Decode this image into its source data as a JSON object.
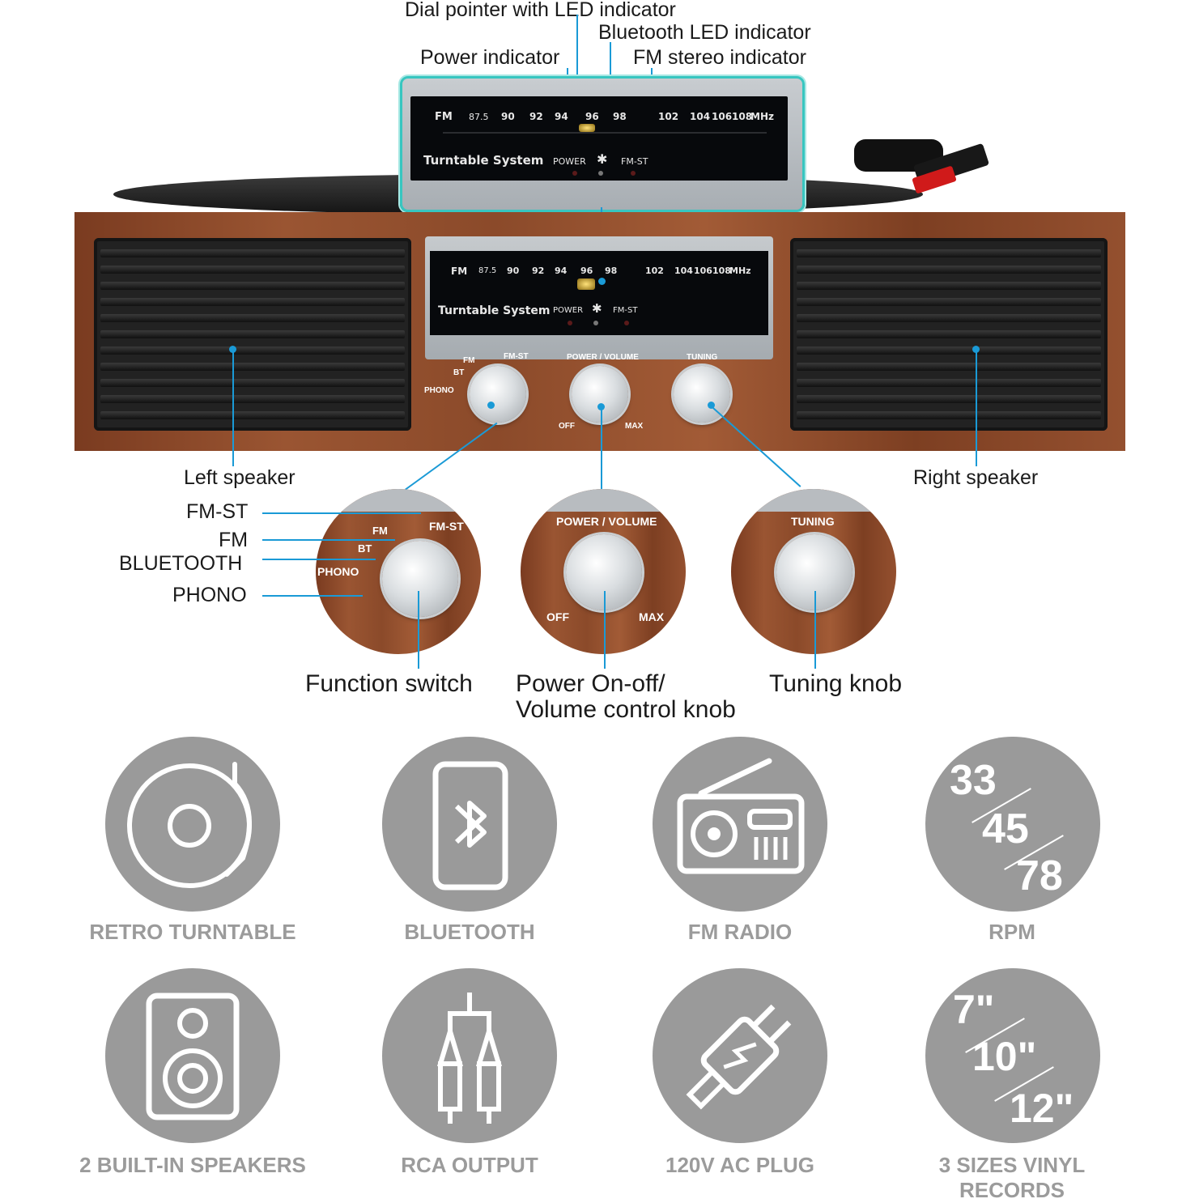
{
  "top_callouts": {
    "dial_pointer": "Dial pointer with LED indicator",
    "bluetooth_led": "Bluetooth LED indicator",
    "power_indicator": "Power indicator",
    "fm_stereo": "FM stereo indicator"
  },
  "panel": {
    "band": "FM",
    "freqs": [
      "87.5",
      "90",
      "92",
      "94",
      "96",
      "98",
      "102",
      "104",
      "106108",
      "MHz"
    ],
    "system_name": "Turntable System",
    "power_label": "POWER",
    "fmst_label": "FM-ST"
  },
  "front": {
    "function_labels": {
      "fm": "FM",
      "fmst": "FM-ST",
      "bt": "BT",
      "phono": "PHONO"
    },
    "power_volume": "POWER / VOLUME",
    "off": "OFF",
    "max": "MAX",
    "tuning": "TUNING"
  },
  "side_callouts": {
    "left_speaker": "Left speaker",
    "right_speaker": "Right speaker",
    "fm_st": "FM-ST",
    "fm": "FM",
    "bluetooth": "BLUETOOTH",
    "phono": "PHONO",
    "function_switch": "Function switch",
    "power_onoff_line1": "Power On-off/",
    "power_onoff_line2": "Volume control knob",
    "tuning_knob": "Tuning knob"
  },
  "features": [
    {
      "icon": "turntable-icon",
      "label": "RETRO TURNTABLE"
    },
    {
      "icon": "bluetooth-phone-icon",
      "label": "BLUETOOTH"
    },
    {
      "icon": "radio-icon",
      "label": "FM RADIO"
    },
    {
      "icon": "rpm-icon",
      "label": "RPM",
      "values": [
        "33",
        "45",
        "78"
      ]
    },
    {
      "icon": "speaker-icon",
      "label": "2 BUILT-IN SPEAKERS"
    },
    {
      "icon": "rca-icon",
      "label": "RCA OUTPUT"
    },
    {
      "icon": "plug-icon",
      "label": "120V AC PLUG"
    },
    {
      "icon": "vinyl-sizes-icon",
      "label": "3 SIZES VINYL RECORDS",
      "values": [
        "7\"",
        "10\"",
        "12\""
      ]
    }
  ],
  "colors": {
    "callout_line": "#1a9ad6",
    "feature_gray": "#9a9a9a",
    "wood": "#8b4a2a"
  }
}
